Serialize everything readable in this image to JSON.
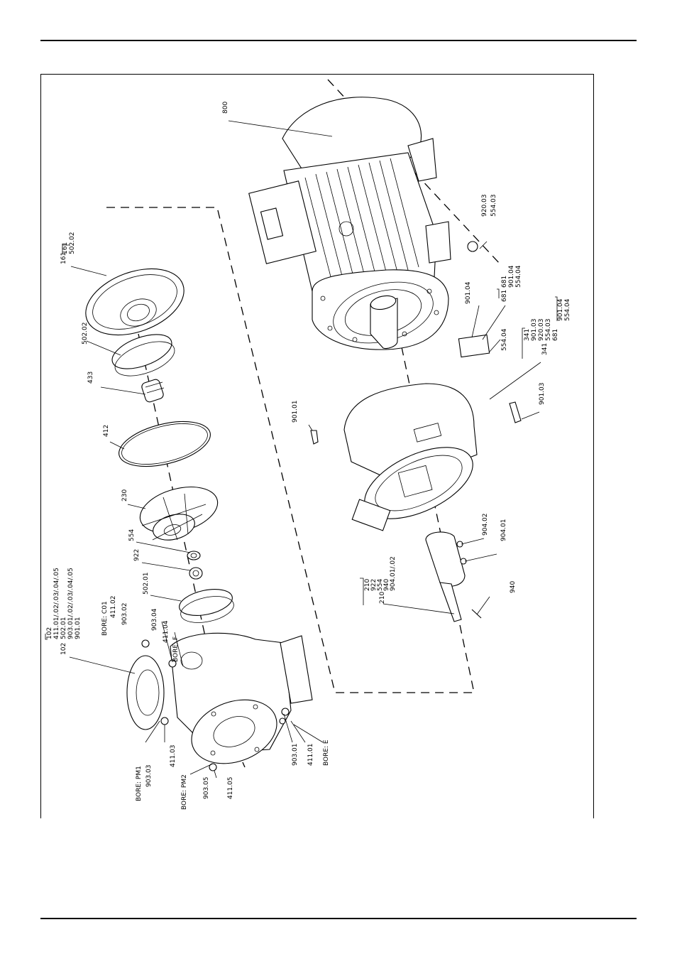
{
  "drawing": {
    "callouts": {
      "c800": "800",
      "c161": "161",
      "c161_list": [
        "161",
        "502.02"
      ],
      "c502_02": "502.02",
      "c433": "433",
      "c412": "412",
      "c230": "230",
      "c554": "554",
      "c922": "922",
      "c502_01": "502.01",
      "c903_04": "903.04",
      "c411_04": "411.04",
      "c411_02": "411.02",
      "c903_02": "903.02",
      "c102_list": [
        "102",
        "411.01/.02/.03/.04/.05",
        "502.01",
        "903.01/.02/.03/.04/.05",
        "901.01"
      ],
      "c102": "102",
      "bore_c01": "BORE: C01",
      "bore_f": "BORE: F",
      "bore_e": "BORE: E",
      "bore_pm1": "BORE: PM1",
      "bore_pm2": "BORE: PM2",
      "c411_03": "411.03",
      "c903_03": "903.03",
      "c903_05": "903.05",
      "c411_05": "411.05",
      "c903_01": "903.01",
      "c411_01": "411.01",
      "c901_01": "901.01",
      "c210": "210",
      "c210_list": [
        "210",
        "922",
        "554",
        "940",
        "904.01/.02"
      ],
      "c940": "940",
      "c904_01": "904.01",
      "c904_02": "904.02",
      "c901_03": "901.03",
      "c341": "341",
      "c341_list": [
        "341",
        "901.03",
        "920.03",
        "554.03",
        "681"
      ],
      "c681_sub": [
        "901.04",
        "554.04"
      ],
      "c554_04": "554.04",
      "c681": "681",
      "c681_list": [
        "681",
        "901.04",
        "554.04"
      ],
      "c901_04": "901.04",
      "c920_03": "920.03",
      "c554_03": "554.03"
    }
  }
}
